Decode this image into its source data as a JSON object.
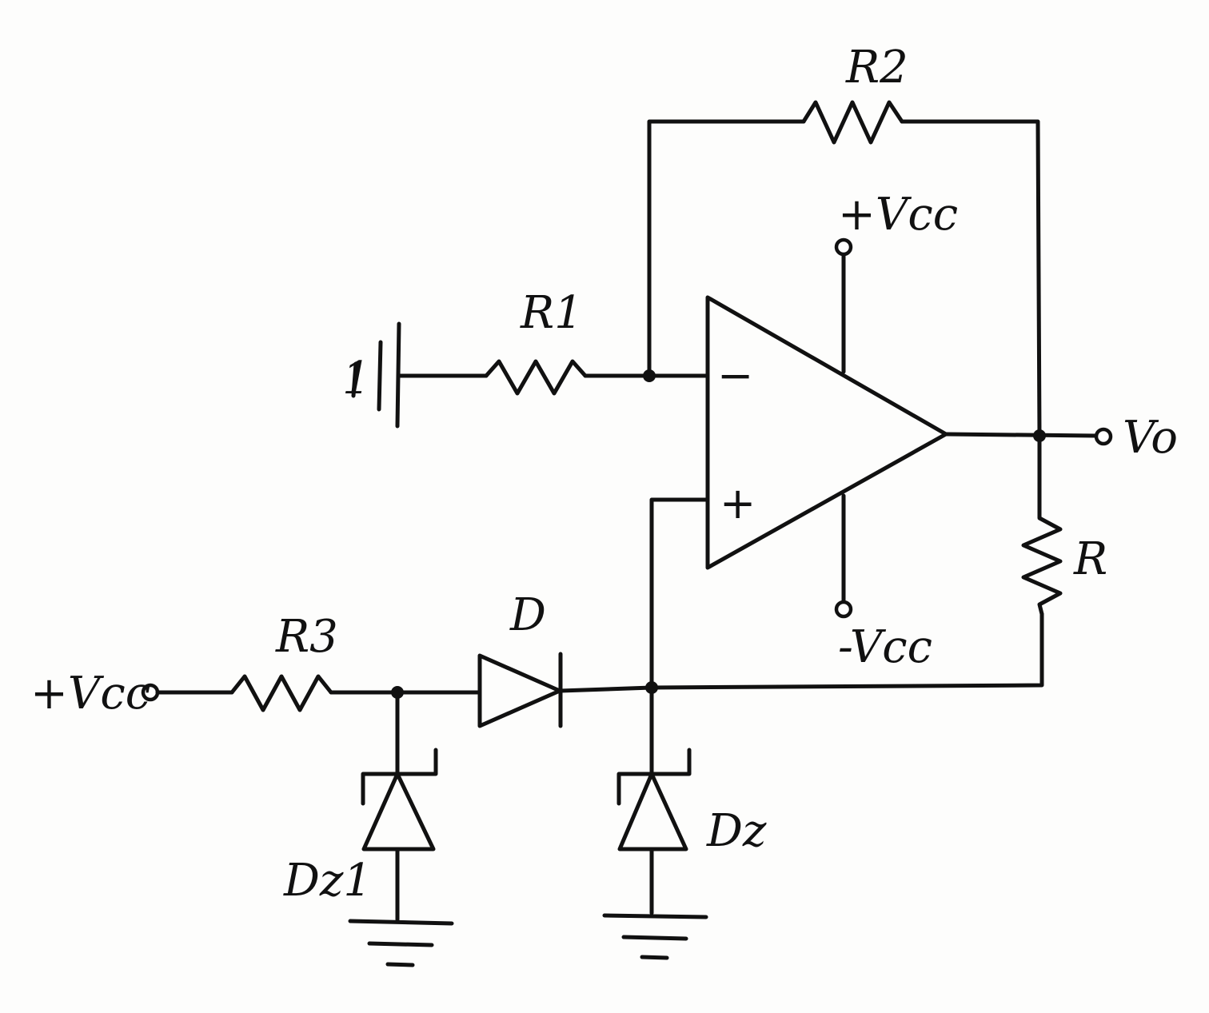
{
  "labels": {
    "r1": "R1",
    "r2": "R2",
    "r3": "R3",
    "r": "R",
    "d": "D",
    "dz": "Dz",
    "dz1": "Dz1",
    "vplus_top": "+Vcc",
    "vminus_bottom": "-Vcc",
    "vcc_input": "+Vcc",
    "vo": "Vo",
    "minus_input": "−",
    "plus_input": "+",
    "ground_mark_left": "1"
  },
  "style": {
    "ink": "#111111",
    "paper": "#fdfdfc"
  }
}
